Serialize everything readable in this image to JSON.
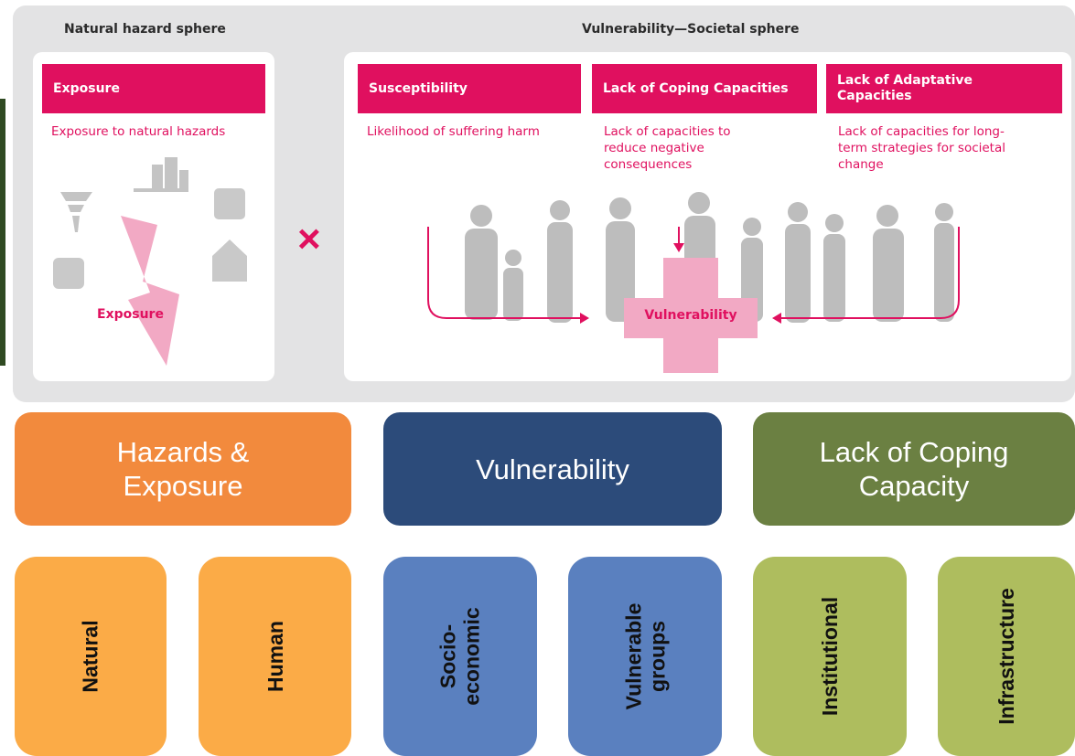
{
  "top": {
    "natural_sphere_title": "Natural hazard sphere",
    "societal_sphere_title": "Vulnerability—Societal sphere",
    "exposure_head": "Exposure",
    "exposure_desc": "Exposure to natural hazards",
    "exposure_label": "Exposure",
    "operator": "×",
    "susceptibility_head": "Susceptibility",
    "susceptibility_desc": "Likelihood of suffering harm",
    "coping_head": "Lack of Coping Capacities",
    "coping_desc": "Lack of capacities to reduce negative consequences",
    "adaptive_head": "Lack of Adaptative Capacities",
    "adaptive_desc": "Lack of capacities for long-term strategies for societal change",
    "vulnerability_label": "Vulnerability"
  },
  "categories": [
    {
      "label": "Hazards & Exposure",
      "color": "#f28a3d"
    },
    {
      "label": "Vulnerability",
      "color": "#2c4b7a"
    },
    {
      "label": "Lack of Coping Capacity",
      "color": "#6b8042"
    }
  ],
  "components": [
    {
      "label": "Natural",
      "color": "#fbab47"
    },
    {
      "label": "Human",
      "color": "#fbab47"
    },
    {
      "label": "Socio-\neconomic",
      "color": "#5a80bf"
    },
    {
      "label": "Vulnerable\ngroups",
      "color": "#5a80bf"
    },
    {
      "label": "Institutional",
      "color": "#aebd5e"
    },
    {
      "label": "Infrastructure",
      "color": "#aebd5e"
    }
  ],
  "colors": {
    "accent_pink": "#e0105f",
    "light_pink": "#f2a9c4",
    "panel_gray": "#e3e3e4"
  }
}
